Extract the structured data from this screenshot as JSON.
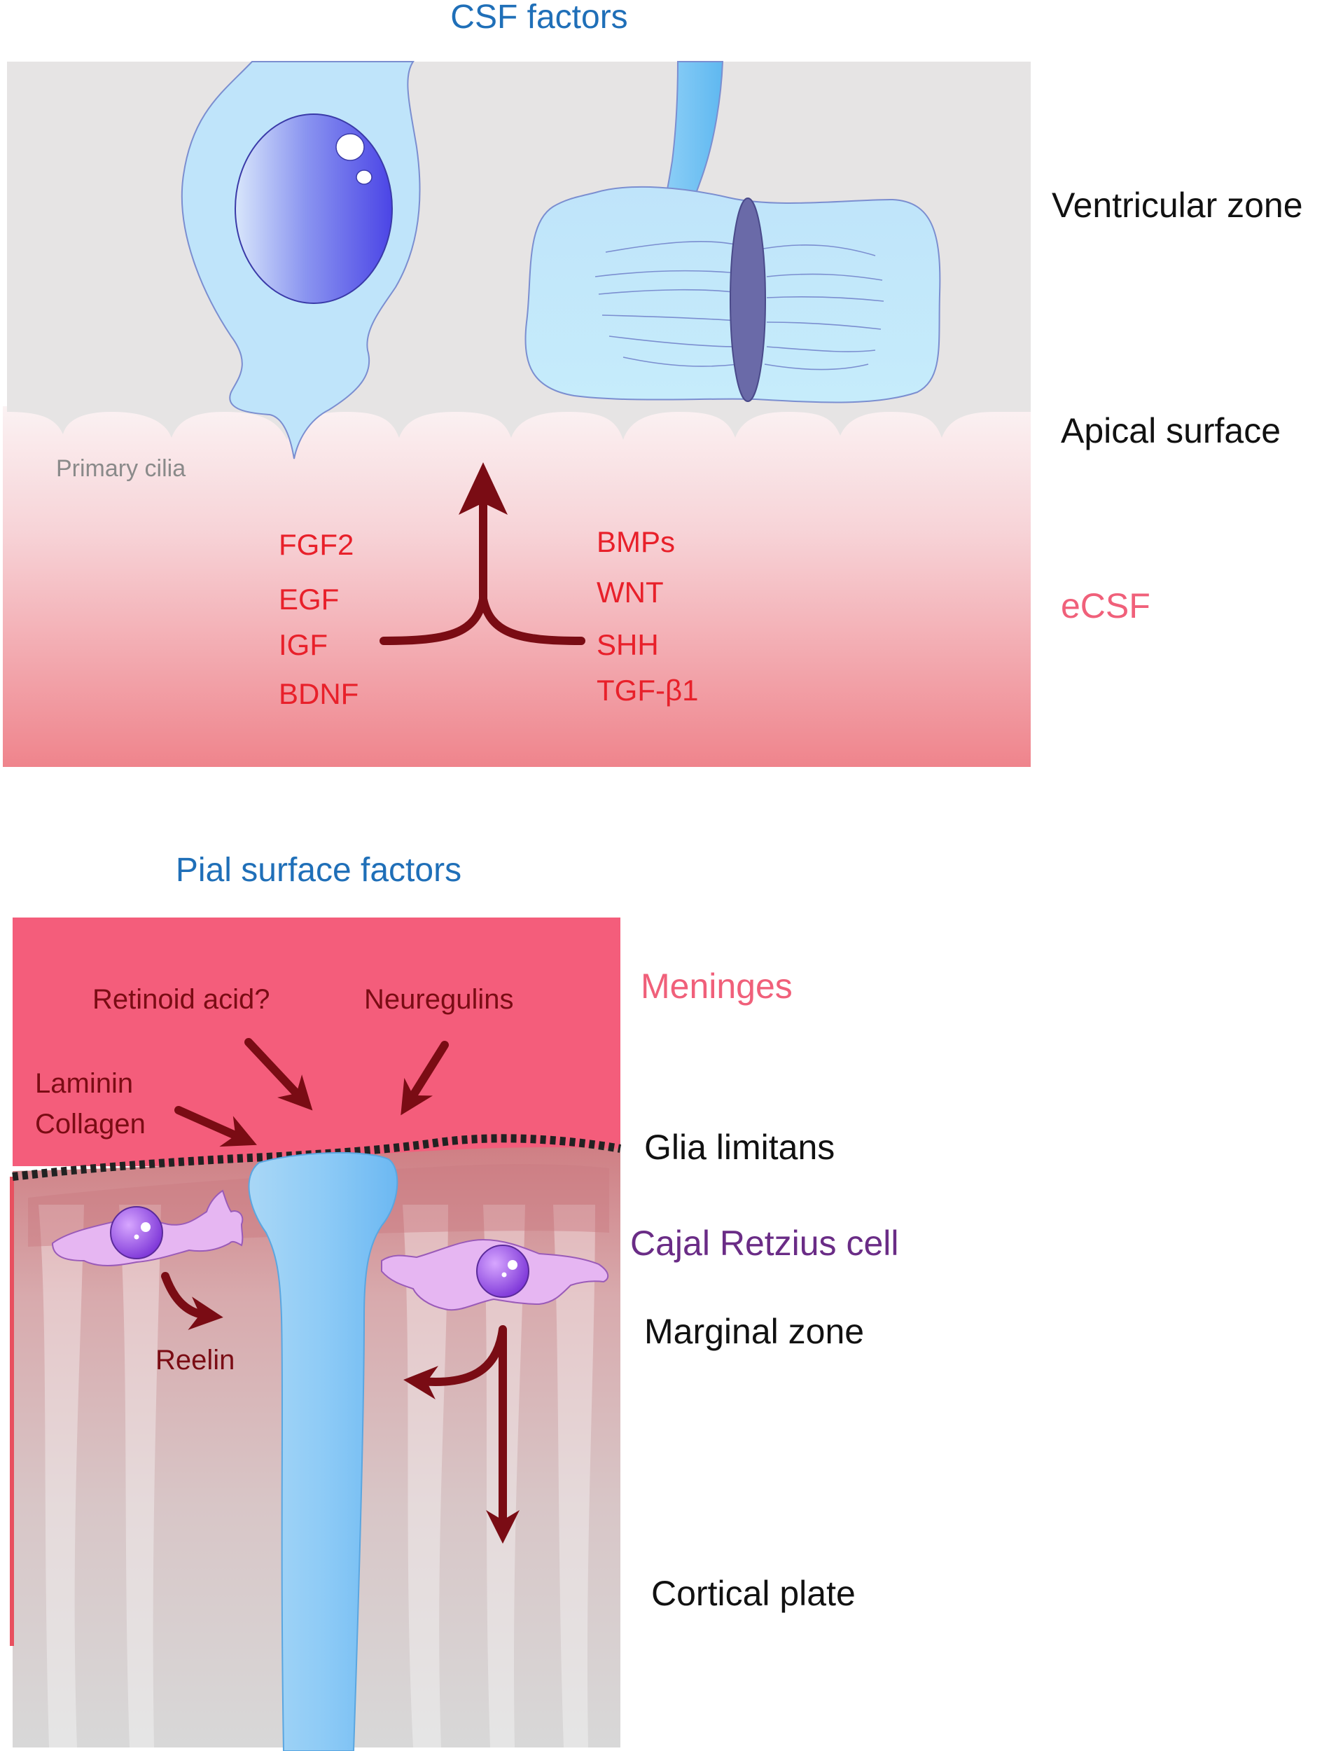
{
  "top_panel": {
    "title": "CSF factors",
    "zone_labels": {
      "ventricular_zone": "Ventricular zone",
      "apical_surface": "Apical surface",
      "ecsf": "eCSF"
    },
    "cilia_label": "Primary cilia",
    "factors_left": [
      "FGF2",
      "EGF",
      "IGF",
      "BDNF"
    ],
    "factors_right": [
      "BMPs",
      "WNT",
      "SHH",
      "TGF-β1"
    ]
  },
  "bottom_panel": {
    "title": "Pial surface factors",
    "zone_labels": {
      "meninges": "Meninges",
      "glia_limitans": "Glia limitans",
      "cajal_retzius": "Cajal Retzius cell",
      "marginal_zone": "Marginal zone",
      "cortical_plate": "Cortical plate"
    },
    "factors": {
      "retinoid": "Retinoid acid?",
      "neuregulins": "Neuregulins",
      "laminin": "Laminin",
      "collagen": "Collagen",
      "reelin": "Reelin"
    }
  },
  "colors": {
    "title_blue": "#1f6fb8",
    "factor_red": "#e8202a",
    "arrow_dark_red": "#7a0c14",
    "ecsf_pink": "#f0607a",
    "meninges_pink": "#f45d7b",
    "cajal_purple": "#6a2c86",
    "cell_light_blue": "#bfe6fa",
    "nucleus_blue": "#5c56e8"
  }
}
